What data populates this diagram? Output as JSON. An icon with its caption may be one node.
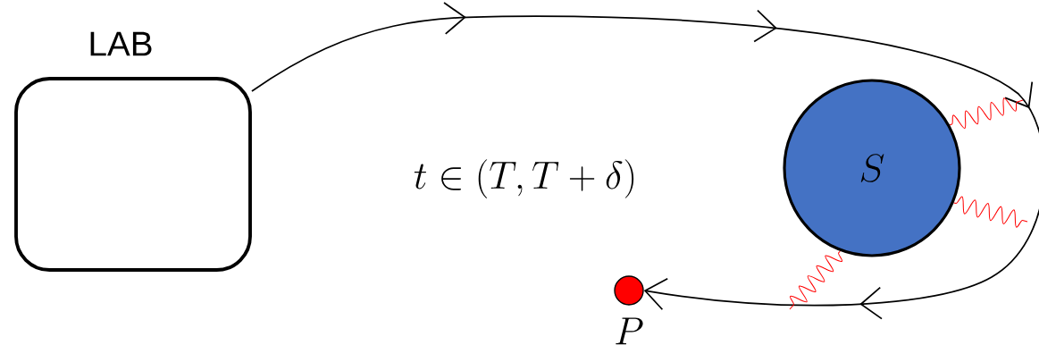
{
  "diagram": {
    "nodes": [
      {
        "text": [
          "LAB"
        ]
      },
      {
        "text": [
          "S"
        ]
      },
      {
        "text": [],
        "shape": "circle",
        "beside": [
          "P"
        ]
      }
    ],
    "edges": [
      {
        "from": 0,
        "to": 2,
        "arrow": "to",
        "color": "#000000"
      },
      {
        "from": 1,
        "to": null,
        "arrow": "none",
        "color": "#ff0000"
      },
      {
        "from": 1,
        "to": null,
        "arrow": "none",
        "color": "#ff0000"
      },
      {
        "from": 1,
        "to": null,
        "arrow": "none",
        "color": "#ff0000"
      }
    ],
    "labels": [
      "t \\in (T,T+\\delta)"
    ]
  }
}
